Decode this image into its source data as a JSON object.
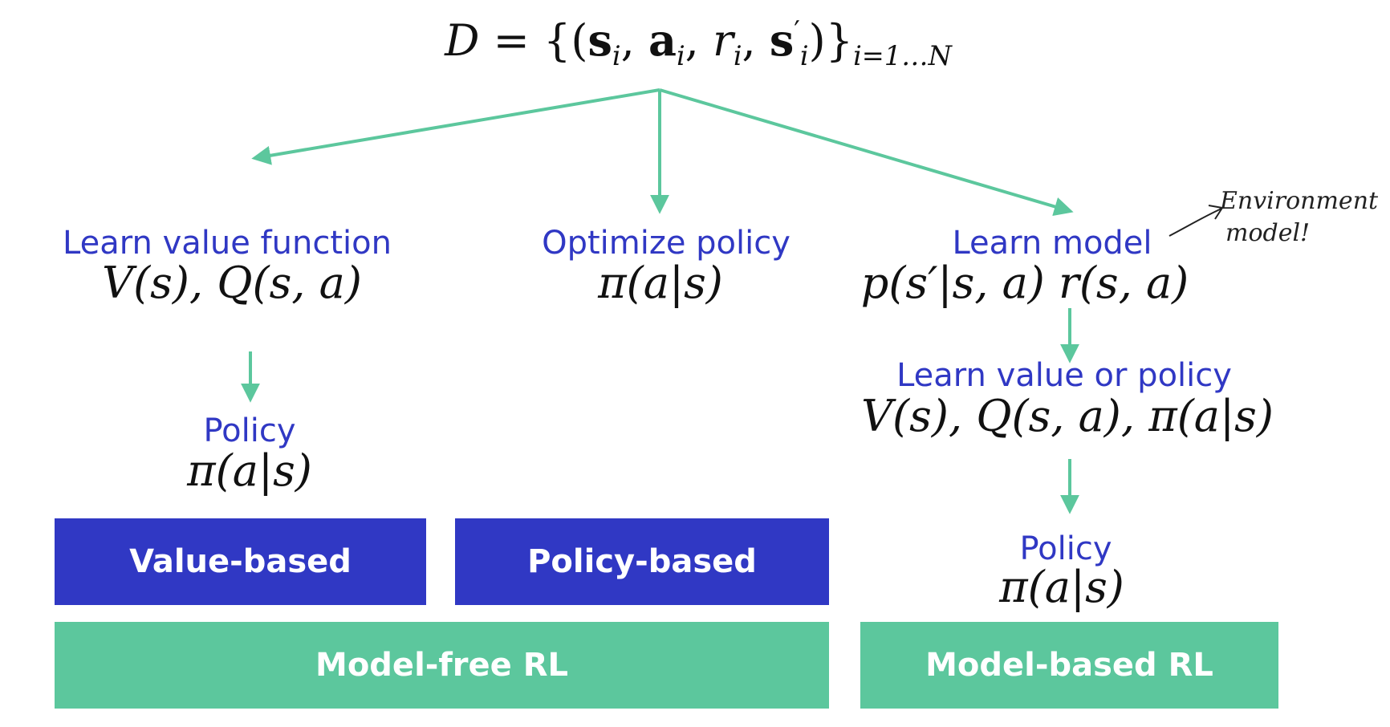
{
  "dataset": {
    "D": "D",
    "eq": "=",
    "open": "{(",
    "s": "s",
    "a": "a",
    "r": "r",
    "i": "i",
    "prime": "′",
    "comma": ",",
    "close": ")}",
    "range": "i=1…N"
  },
  "branches": {
    "value": {
      "label": "Learn value function",
      "formula": "V(s), Q(s, a)",
      "policy_label": "Policy",
      "policy_formula": "π(a|s)"
    },
    "policy": {
      "label": "Optimize policy",
      "formula": "π(a|s)"
    },
    "model": {
      "label": "Learn model",
      "formula": "p(s′|s, a) r(s, a)",
      "annotation_line1": "Environment",
      "annotation_line2": "model!",
      "second_label": "Learn value or policy",
      "second_formula": "V(s), Q(s, a), π(a|s)",
      "policy_label": "Policy",
      "policy_formula": "π(a|s)"
    }
  },
  "categories": {
    "value_based": "Value-based",
    "policy_based": "Policy-based",
    "model_free": "Model-free RL",
    "model_based": "Model-based RL"
  },
  "colors": {
    "blue": "#3038c4",
    "green": "#5cc79d",
    "text": "#111111"
  }
}
